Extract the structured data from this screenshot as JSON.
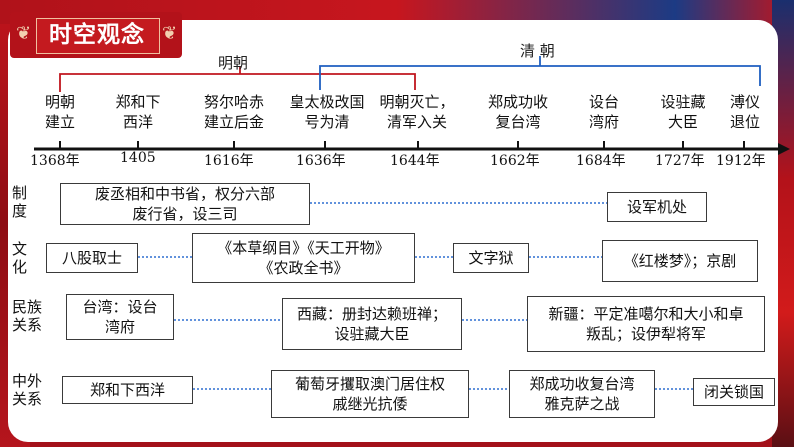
{
  "title": "时空观念",
  "dynasties": {
    "ming": "明朝",
    "qing": "清 朝"
  },
  "events": [
    {
      "lines": [
        "明朝",
        "建立"
      ]
    },
    {
      "lines": [
        "郑和下",
        "西洋"
      ]
    },
    {
      "lines": [
        "努尔哈赤",
        "建立后金"
      ]
    },
    {
      "lines": [
        "皇太极改国",
        "号为清"
      ]
    },
    {
      "lines": [
        "明朝灭亡，",
        "清军入关"
      ]
    },
    {
      "lines": [
        "郑成功收",
        "复台湾"
      ]
    },
    {
      "lines": [
        "设台",
        "湾府"
      ]
    },
    {
      "lines": [
        "设驻藏",
        "大臣"
      ]
    },
    {
      "lines": [
        "溥仪",
        "退位"
      ]
    }
  ],
  "years": [
    "1368年",
    "1405",
    "1616年",
    "1636年",
    "1644年",
    "1662年",
    "1684年",
    "1727年",
    "1912年"
  ],
  "categories": {
    "system": "制\n度",
    "culture": "文\n化",
    "ethnic": "民族\n关系",
    "foreign": "中外\n关系"
  },
  "boxes": {
    "system_1": "废丞相和中书省，权分六部\n废行省，设三司",
    "system_2": "设军机处",
    "culture_1": "八股取士",
    "culture_2": "《本草纲目》《天工开物》\n《农政全书》",
    "culture_3": "文字狱",
    "culture_4": "《红楼梦》；京剧",
    "ethnic_1": "台湾：设台\n湾府",
    "ethnic_2": "西藏：册封达赖班禅；\n设驻藏大臣",
    "ethnic_3": "新疆：平定准噶尔和大小和卓\n叛乱；设伊犁将军",
    "foreign_1": "郑和下西洋",
    "foreign_2": "葡萄牙攫取澳门居住权\n戚继光抗倭",
    "foreign_3": "郑成功收复台湾\n雅克萨之战",
    "foreign_4": "闭关锁国"
  },
  "colors": {
    "ming_bracket": "#c0161e",
    "qing_bracket": "#1f5fc0",
    "connector": "#2e6fd0",
    "title_bg": "#b3121a"
  }
}
